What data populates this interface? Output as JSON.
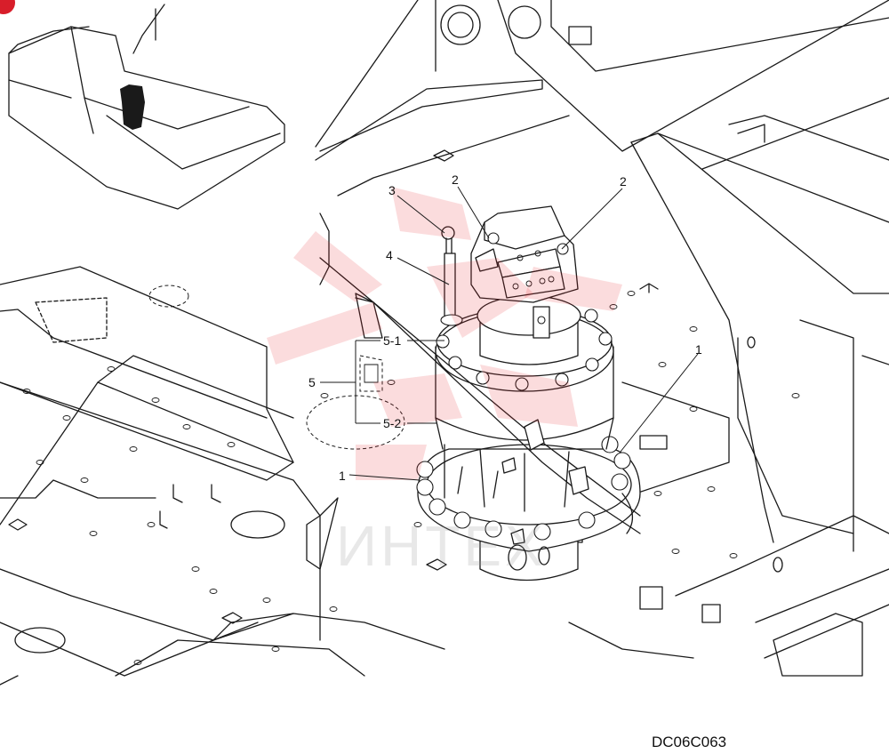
{
  "callouts": {
    "bolt_lower": "1",
    "bolt_right": "1",
    "plug_left": "2",
    "plug_right": "2",
    "dipstick_cap": "3",
    "dipstick_tube": "4",
    "assembly": "5",
    "sub_upper": "5-1",
    "sub_lower": "5-2"
  },
  "watermark_text": "ИНТЕХ",
  "drawing_code": "DC06C063",
  "colors": {
    "line": "#1a1a1a",
    "watermark": "#e8262c",
    "badge": "#d81e2a"
  }
}
